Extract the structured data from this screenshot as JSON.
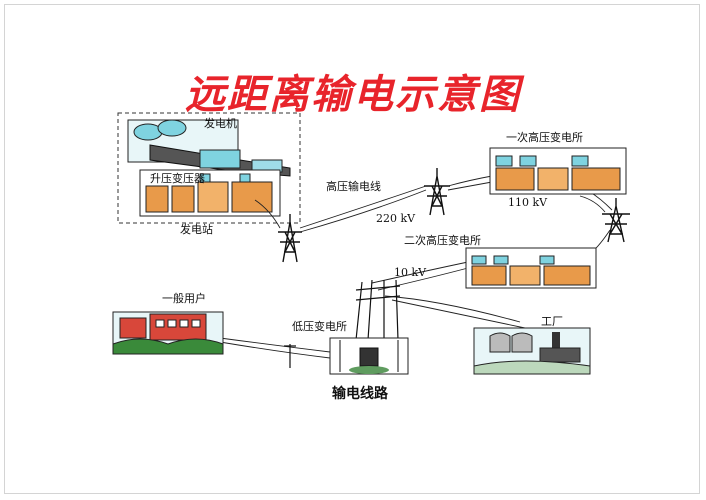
{
  "title": "远距离输电示意图",
  "labels": {
    "generator": "发电机",
    "step_up_transformer": "升压变压器",
    "power_station": "发电站",
    "high_voltage_line": "高压输电线",
    "voltage_220": "220 kV",
    "primary_substation": "一次高压变电所",
    "voltage_110": "110 kV",
    "secondary_substation": "二次高压变电所",
    "voltage_10": "10 kV",
    "general_user": "一般用户",
    "low_voltage_substation": "低压变电所",
    "factory": "工厂",
    "transmission_lines": "输电线路"
  },
  "colors": {
    "title": "#e8242b",
    "building_red": "#d8473a",
    "transformer_orange": "#e89a4a",
    "equipment_cyan": "#7fd3e0",
    "grass_green": "#3a8a3a"
  }
}
